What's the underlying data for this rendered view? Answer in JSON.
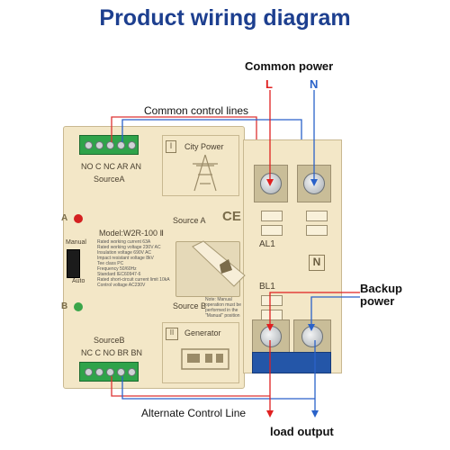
{
  "title": "Product wiring diagram",
  "labels": {
    "common_power": "Common power",
    "L": "L",
    "N": "N",
    "common_control_lines": "Common control lines",
    "backup_power": "Backup\npower",
    "alternate_control_line": "Alternate Control Line",
    "load_output": "load output"
  },
  "device": {
    "source_a_terminals": "NO C NC AR AN",
    "source_a_label": "SourceA",
    "source_b_terminals": "NC C NO BR BN",
    "source_b_label": "SourceB",
    "city_power": "City Power",
    "generator": "Generator",
    "panel_I": "I",
    "panel_II": "II",
    "ce": "CE",
    "model": "Model:W2R-100 Ⅱ",
    "source_a_text": "Source A",
    "source_b_text": "Source B",
    "A": "A",
    "B": "B",
    "manual": "Manual",
    "auto": "Auto",
    "AL1": "AL1",
    "BL1": "BL1",
    "N_box": "N",
    "specs": [
      "Rated working current     63A",
      "Rated working voltage     230V AC",
      "Insulation voltage         690V AC",
      "Impact resistant voltage    8kV",
      "Tee class                     PC",
      "Frequency                   50/60Hz",
      "Standard                    IEC60947-6",
      "Rated short-circuit current limit  10kA",
      "Control voltage              AC230V"
    ],
    "note": "Note: Manual operation must be performed in the \"Manual\" position"
  },
  "colors": {
    "title": "#1d3f8f",
    "L_wire": "#e02020",
    "N_wire": "#2a62c9",
    "device_body": "#f3e7c7",
    "terminal_green": "#2fa34a",
    "terminal_blue": "#2456a8"
  }
}
